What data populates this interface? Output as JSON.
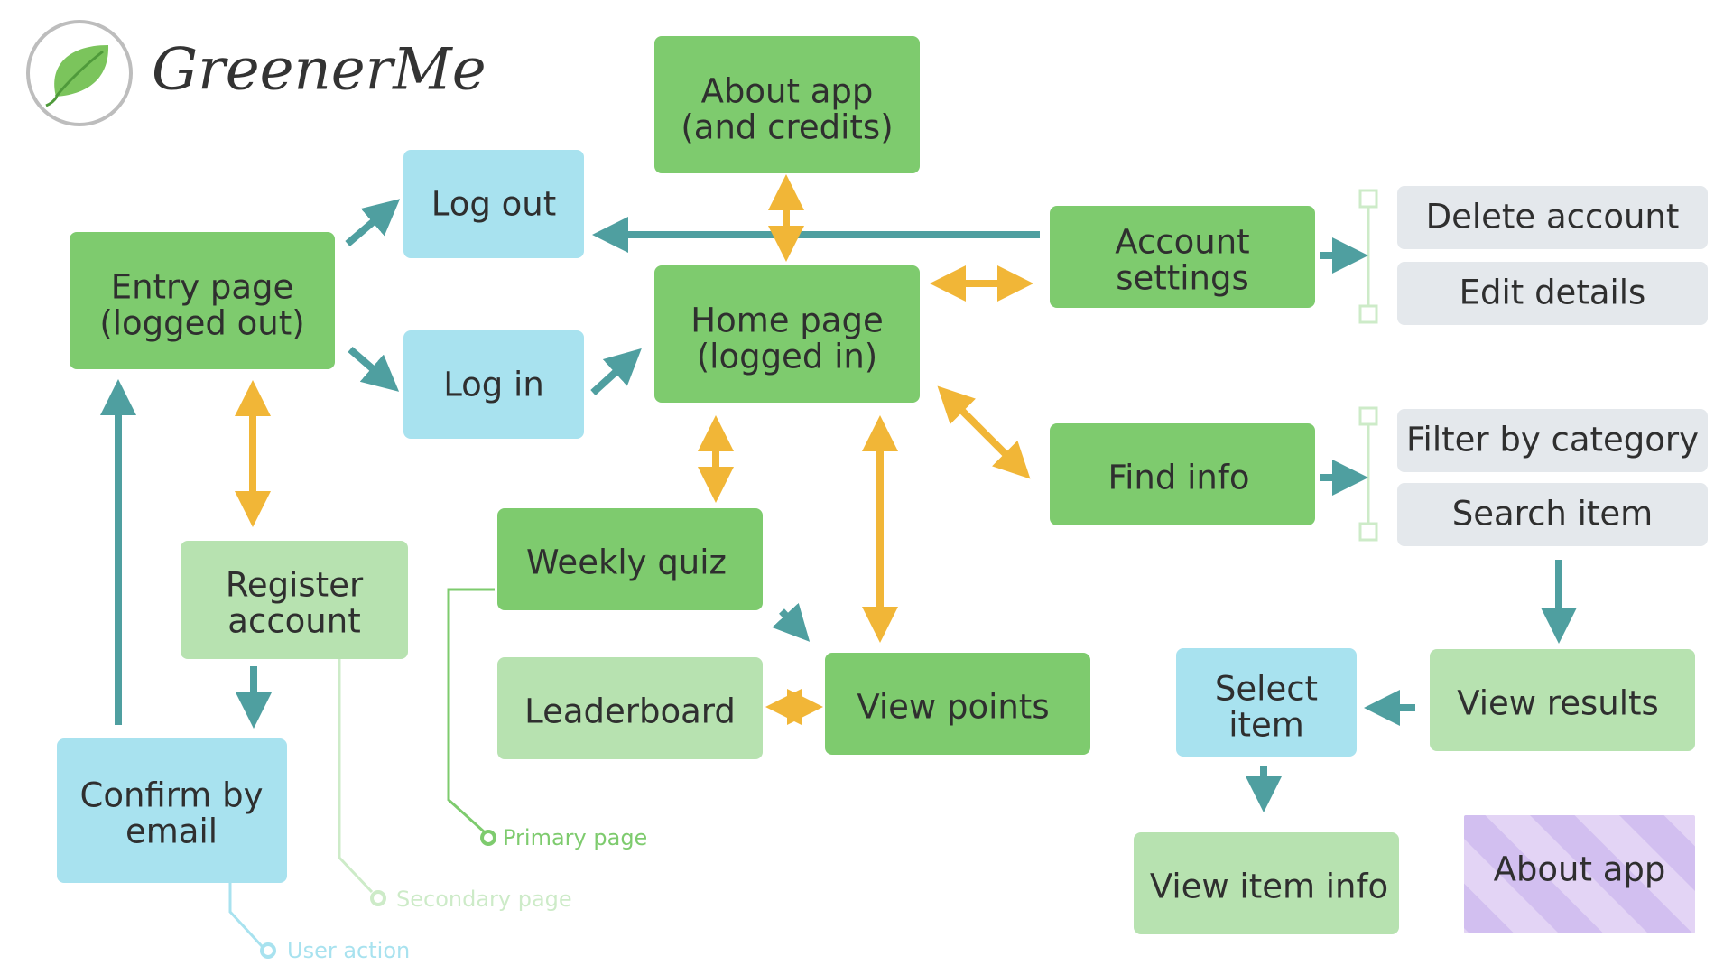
{
  "brand": {
    "name": "GreenerMe",
    "logo_icon": "leaf-icon"
  },
  "colors": {
    "primary": "#7ecb6e",
    "secondary": "#b7e2b0",
    "action": "#a8e2ef",
    "grey": "#e4e8ec",
    "about": "#e3d4f5",
    "about_stripe": "#d2bff0",
    "teal_arrow": "#4f9fa0",
    "orange_arrow": "#f1b637",
    "legend_primary": "#7ecb6e",
    "legend_secondary": "#cdebc8",
    "legend_action": "#a8e2ef"
  },
  "nodes": {
    "entry_page": [
      "Entry page",
      "(logged out)"
    ],
    "log_out": [
      "Log out"
    ],
    "log_in": [
      "Log in"
    ],
    "about_credits": [
      "About app",
      "(and credits)"
    ],
    "home_page": [
      "Home page",
      "(logged in)"
    ],
    "account_settings": [
      "Account",
      "settings"
    ],
    "delete_account": [
      "Delete account"
    ],
    "edit_details": [
      "Edit details"
    ],
    "find_info": [
      "Find info"
    ],
    "filter_category": [
      "Filter by category"
    ],
    "search_item": [
      "Search item"
    ],
    "register_account": [
      "Register",
      "account"
    ],
    "weekly_quiz": [
      "Weekly quiz"
    ],
    "leaderboard": [
      "Leaderboard"
    ],
    "view_points": [
      "View points"
    ],
    "confirm_email": [
      "Confirm by",
      "email"
    ],
    "select_item": [
      "Select",
      "item"
    ],
    "view_results": [
      "View results"
    ],
    "view_item_info": [
      "View item info"
    ],
    "about_app": [
      "About app"
    ]
  },
  "legend": {
    "primary_page": "Primary page",
    "secondary_page": "Secondary page",
    "user_action": "User action"
  }
}
